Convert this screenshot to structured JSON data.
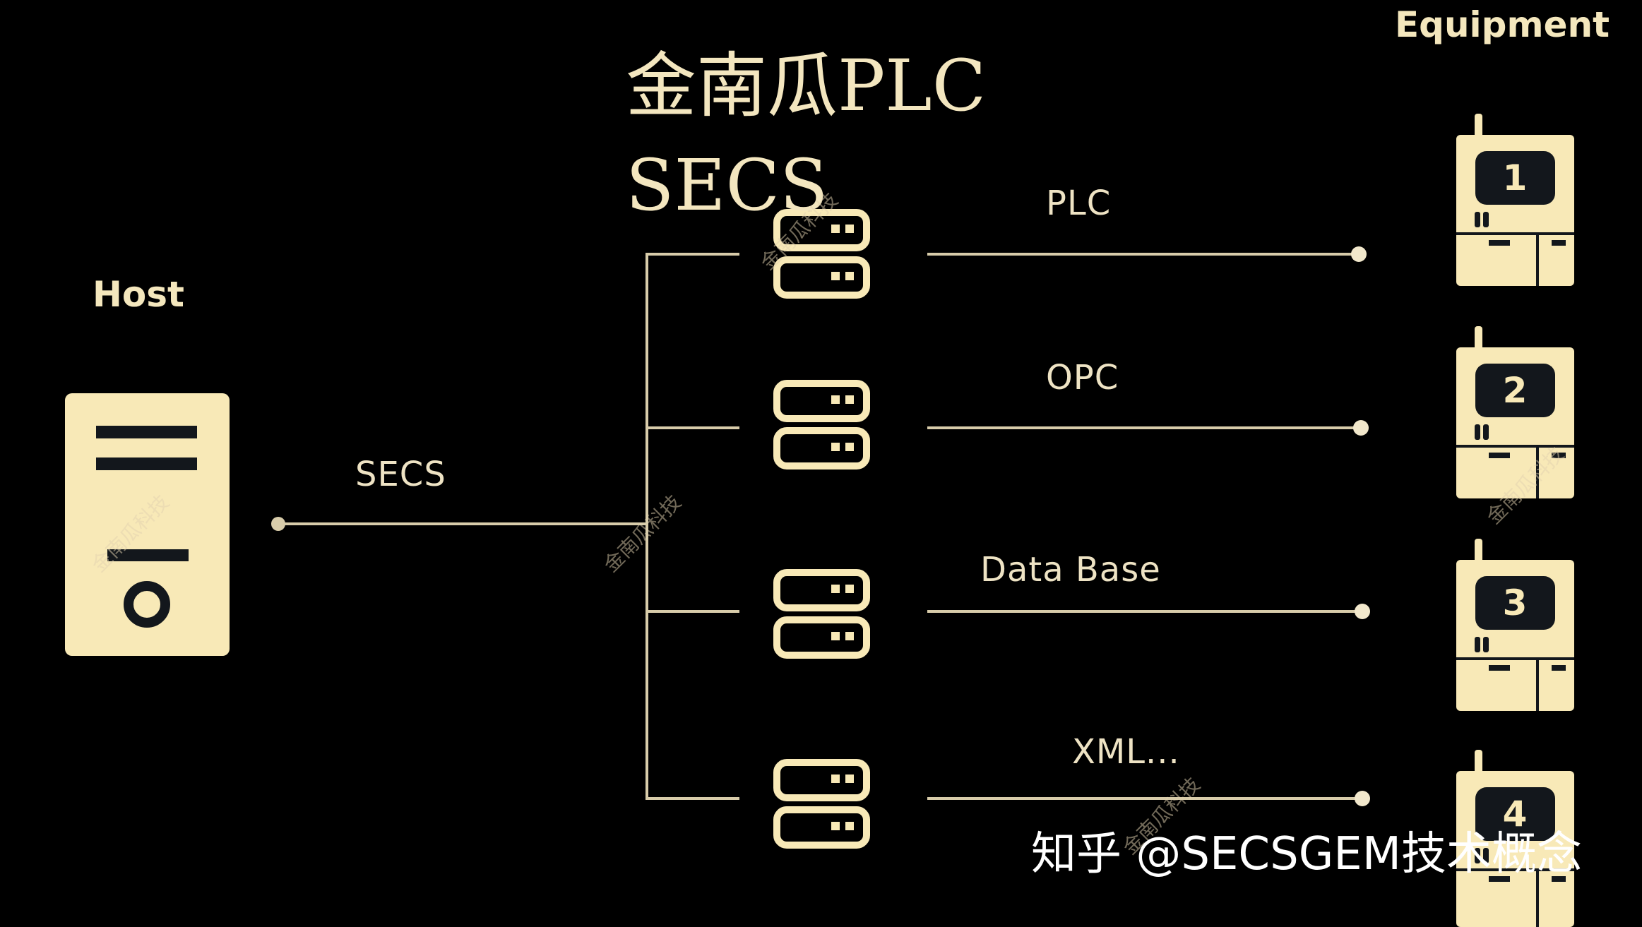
{
  "title": {
    "line1": "金南瓜PLC",
    "line2": "SECS"
  },
  "host": {
    "label": "Host"
  },
  "equipment": {
    "label": "Equipment",
    "units": [
      "1",
      "2",
      "3",
      "4"
    ]
  },
  "link": {
    "label": "SECS"
  },
  "protocols": [
    "PLC",
    "OPC",
    "Data Base",
    "XML..."
  ],
  "watermark": "金南瓜科技",
  "credit": "知乎 @SECSGEM技术概念",
  "colors": {
    "background": "#000000",
    "cream": "#f8e9b7",
    "line": "#d8ccaa",
    "dark": "#13171c"
  }
}
